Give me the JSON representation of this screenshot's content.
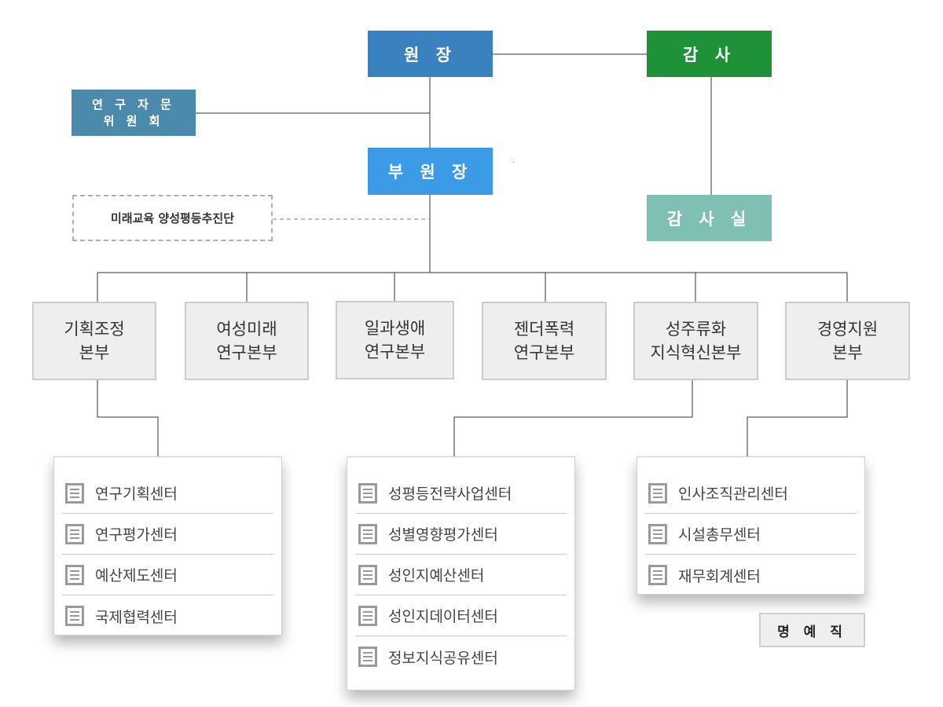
{
  "top": {
    "director": "원 장",
    "auditor": "감 사",
    "advisory": [
      "연 구 자 문",
      "위 원 회"
    ],
    "vice_director": "부 원 장",
    "task_force": "미래교육 양성평등추진단",
    "audit_office": "감 사 실"
  },
  "divisions": [
    {
      "line1": "기획조정",
      "line2": "본부"
    },
    {
      "line1": "여성미래",
      "line2": "연구본부"
    },
    {
      "line1": "일과생애",
      "line2": "연구본부"
    },
    {
      "line1": "젠더폭력",
      "line2": "연구본부"
    },
    {
      "line1": "성주류화",
      "line2": "지식혁신본부"
    },
    {
      "line1": "경영지원",
      "line2": "본부"
    }
  ],
  "centers": {
    "planning": [
      "연구기획센터",
      "연구평가센터",
      "예산제도센터",
      "국제협력센터"
    ],
    "mainstreaming": [
      "성평등전략사업센터",
      "성별영향평가센터",
      "성인지예산센터",
      "성인지데이터센터",
      "정보지식공유센터"
    ],
    "management": [
      "인사조직관리센터",
      "시설총무센터",
      "재무회계센터"
    ]
  },
  "honorary": "명 예 직",
  "colors": {
    "director": "#3a81c0",
    "vice_director": "#3c9be6",
    "auditor": "#1f9139",
    "audit_office": "#7fbfb4",
    "advisory": "#4c8aab",
    "division_bg": "#eeeeee"
  },
  "icons": {
    "center_item": "document-list-icon"
  }
}
